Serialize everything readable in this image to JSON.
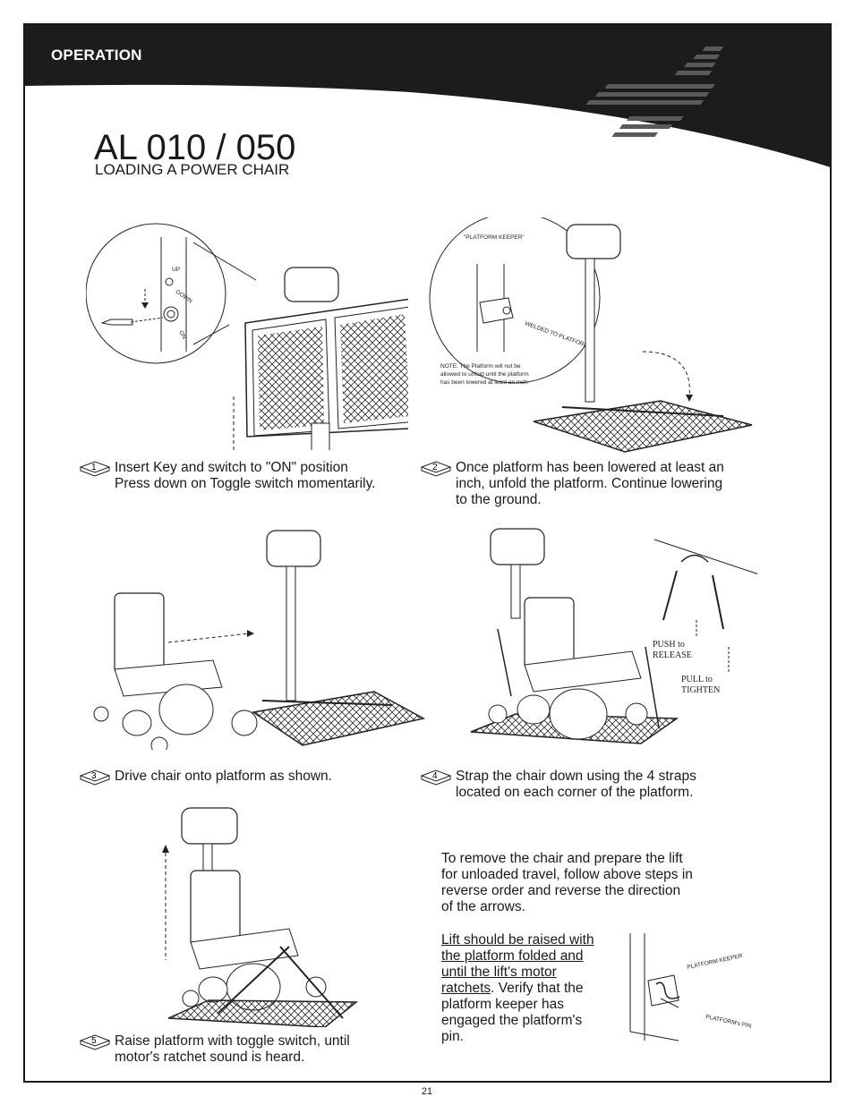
{
  "header": {
    "section_label": "OPERATION"
  },
  "title": "AL 010 / 050",
  "subtitle": "LOADING A POWER CHAIR",
  "steps": [
    {
      "number": "1",
      "text": "Insert Key and switch to \"ON\" position\nPress down on Toggle switch momentarily."
    },
    {
      "number": "2",
      "text": "Once platform has been lowered at least an\ninch, unfold the platform. Continue lowering\nto the ground."
    },
    {
      "number": "3",
      "text": "Drive chair onto platform as shown."
    },
    {
      "number": "4",
      "text": "Strap the chair down using the 4 straps\nlocated on each corner of the platform."
    },
    {
      "number": "5",
      "text": "Raise platform with toggle switch, until\nmotor's ratchet sound is heard."
    }
  ],
  "figure_labels": {
    "up": "UP",
    "down": "DOWN",
    "on": "ON",
    "platform_keeper_quote": "\"PLATFORM KEEPER\"",
    "welded": "WELDED TO PLATFORM",
    "note_line1": "NOTE: The Platform will not be",
    "note_line2": "allowed to unfold until the platform",
    "note_line3": "has been lowered at least an inch.",
    "push_release_1": "PUSH to",
    "push_release_2": "RELEASE",
    "pull_tighten_1": "PULL to",
    "pull_tighten_2": "TIGHTEN",
    "platform_keeper": "PLATFORM KEEPER",
    "platforms_pin": "PLATFORM's PIN"
  },
  "reverse_note": "To remove the chair and prepare the lift\nfor unloaded travel, follow above steps in\nreverse order and reverse the direction\nof the arrows.",
  "raise_note": {
    "underlined": "Lift should be raised with the platform folded and until the lift's motor ratchets",
    "rest": ". Verify that the platform keeper has engaged the platform's pin."
  },
  "page_number": "21",
  "colors": {
    "header_bg": "#1c1c1c",
    "ink": "#1a1a1a",
    "logo_stripes": "#5a5a5a"
  }
}
